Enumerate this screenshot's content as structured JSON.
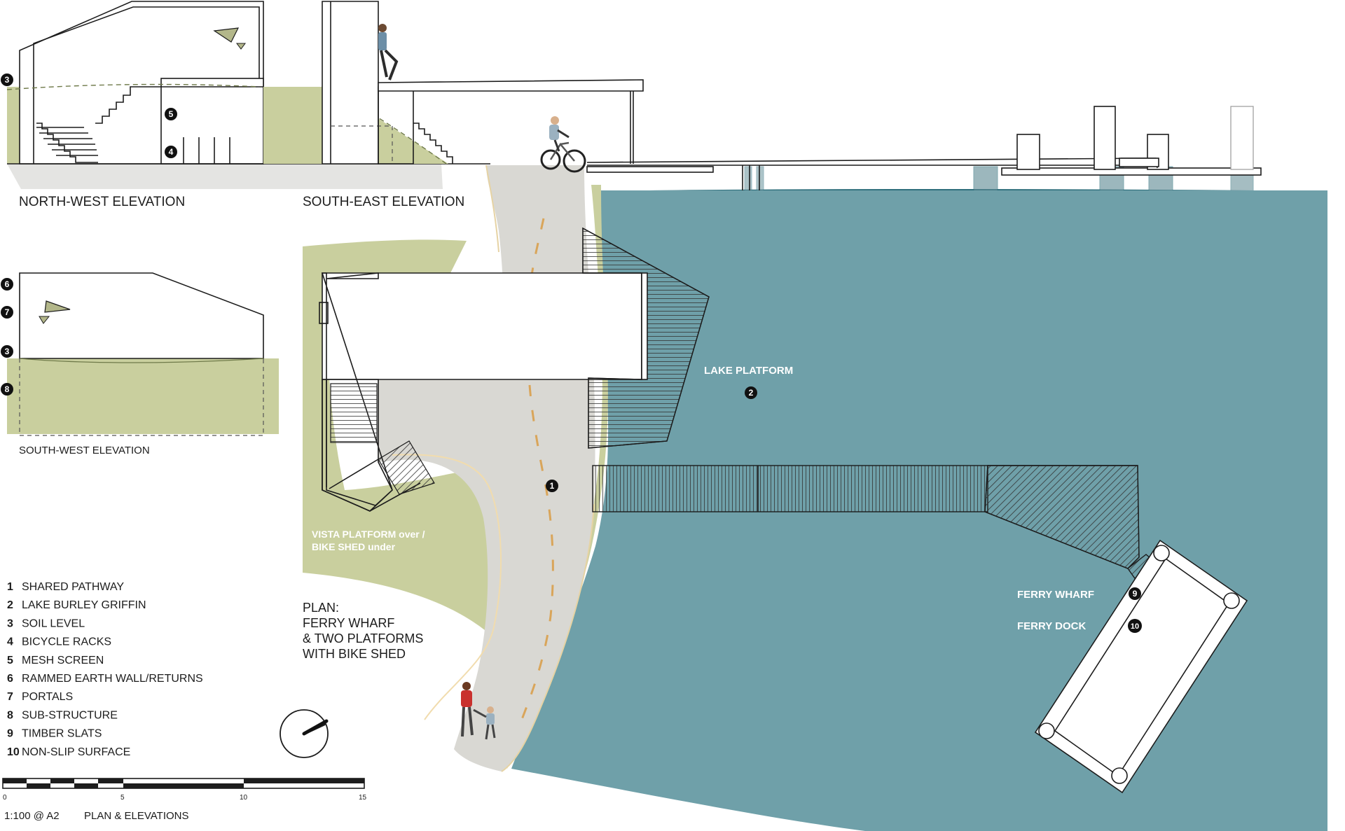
{
  "colors": {
    "water": "#6fa0a9",
    "water_dark": "#2f6f7c",
    "grass": "#c9cf9e",
    "path": "#d9d8d3",
    "ink": "#1c1c1c"
  },
  "elevations": {
    "north_west": "NORTH-WEST ELEVATION",
    "south_east": "SOUTH-EAST ELEVATION",
    "south_west": "SOUTH-WEST ELEVATION"
  },
  "plan": {
    "title_lines": [
      "PLAN:",
      "FERRY WHARF",
      "& TWO PLATFORMS",
      "WITH BIKE SHED"
    ],
    "vista_lines": [
      "VISTA PLATFORM over /",
      "BIKE SHED under"
    ],
    "lake_platform": "LAKE PLATFORM",
    "ferry_wharf": "FERRY WHARF",
    "ferry_dock": "FERRY DOCK"
  },
  "markers": {
    "nw_soil": "3",
    "nw_mesh": "5",
    "nw_racks": "4",
    "sw_wall": "6",
    "sw_portals": "7",
    "sw_soil": "3",
    "sw_sub": "8",
    "plan_path": "1",
    "plan_lake": "2",
    "plan_slats": "9",
    "plan_surface": "10"
  },
  "legend": [
    {
      "num": "1",
      "text": "SHARED PATHWAY"
    },
    {
      "num": "2",
      "text": "LAKE BURLEY GRIFFIN"
    },
    {
      "num": "3",
      "text": "SOIL LEVEL"
    },
    {
      "num": "4",
      "text": "BICYCLE RACKS"
    },
    {
      "num": "5",
      "text": "MESH SCREEN"
    },
    {
      "num": "6",
      "text": "RAMMED EARTH WALL/RETURNS"
    },
    {
      "num": "7",
      "text": "PORTALS"
    },
    {
      "num": "8",
      "text": "SUB-STRUCTURE"
    },
    {
      "num": "9",
      "text": "TIMBER SLATS"
    },
    {
      "num": "10",
      "text": "NON-SLIP SURFACE"
    }
  ],
  "scale_bar": {
    "ticks": [
      "0",
      "5",
      "10",
      "15"
    ],
    "scale_text": "1:100 @ A2",
    "sheet_text": "PLAN & ELEVATIONS"
  },
  "icons": {
    "north": "north-arrow-icon",
    "cyclist": "cyclist-icon",
    "pedestrians": "pedestrians-icon",
    "standing_person": "standing-person-icon"
  }
}
